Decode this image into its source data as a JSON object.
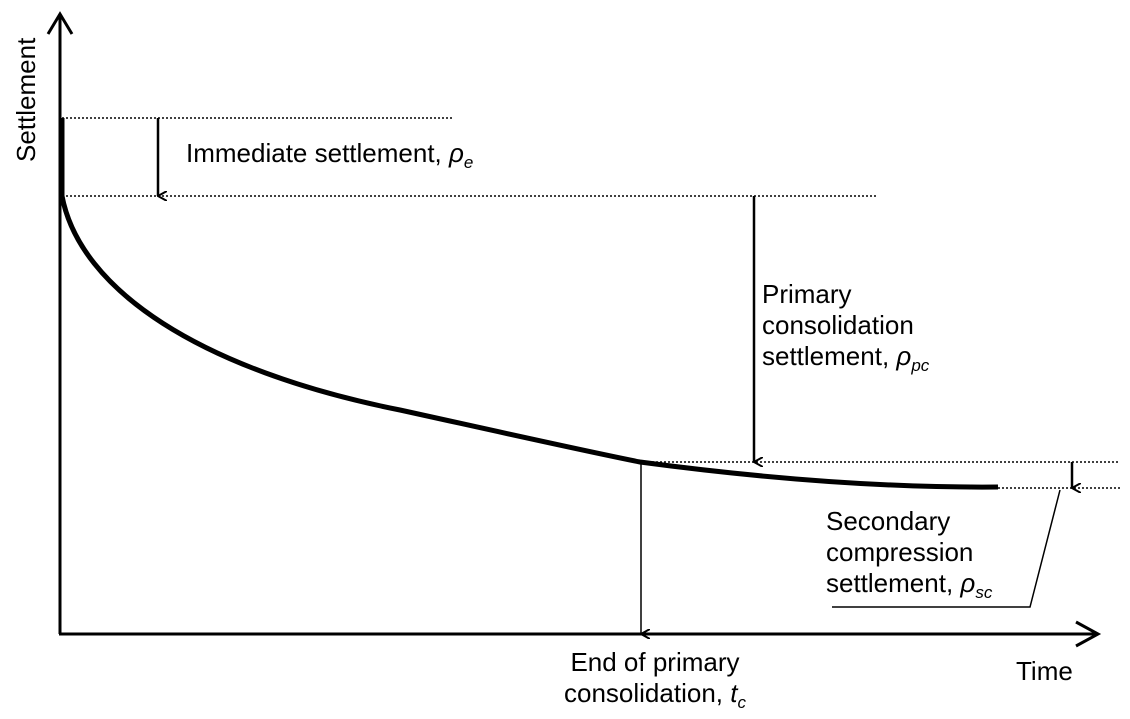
{
  "axes": {
    "y_label": "Settlement",
    "x_label": "Time"
  },
  "labels": {
    "immediate": {
      "text": "Immediate settlement, ",
      "symbol": "ρ",
      "subscript": "e"
    },
    "primary": {
      "line1": "Primary",
      "line2": "consolidation",
      "line3": "settlement, ",
      "symbol": "ρ",
      "subscript": "pc"
    },
    "secondary": {
      "line1": "Secondary",
      "line2": "compression",
      "line3": "settlement, ",
      "symbol": "ρ",
      "subscript": "sc"
    },
    "end_primary": {
      "line1": "End of primary",
      "line2": "consolidation, ",
      "symbol": "t",
      "subscript": "c"
    }
  }
}
